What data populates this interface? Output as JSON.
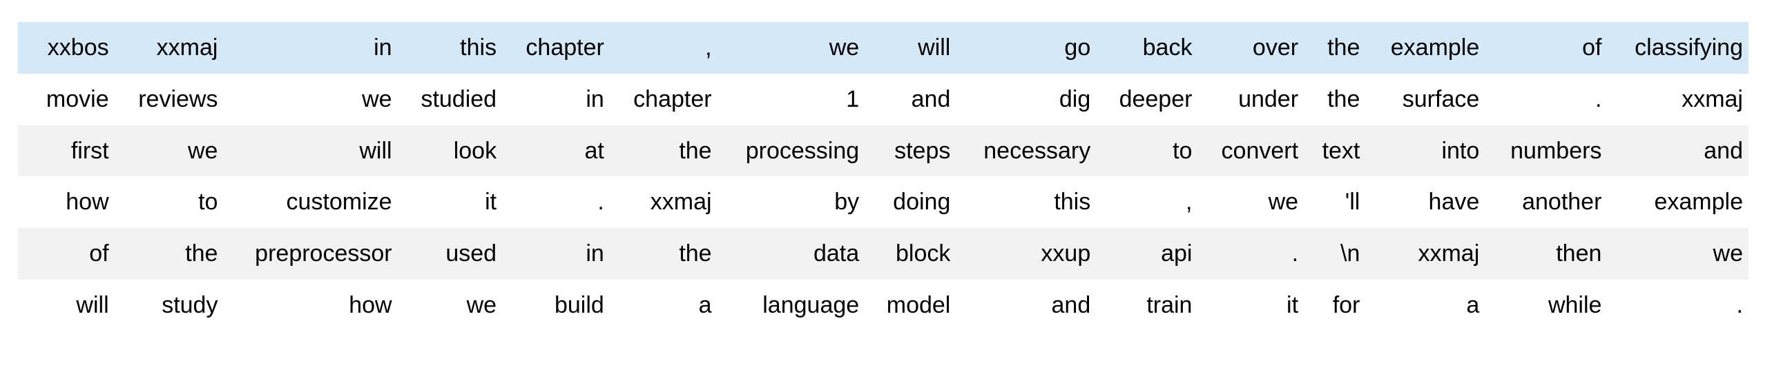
{
  "colors": {
    "header_row_bg": "#d4e8f7",
    "stripe_row_bg": "#f2f2f2",
    "plain_row_bg": "#ffffff",
    "text": "#000000",
    "page_bg": "#ffffff"
  },
  "table": {
    "rows": [
      {
        "highlight": "header",
        "tokens": [
          "xxbos",
          "xxmaj",
          "in",
          "this",
          "chapter",
          ",",
          "we",
          "will",
          "go",
          "back",
          "over",
          "the",
          "example",
          "of",
          "classifying"
        ]
      },
      {
        "highlight": "plain",
        "tokens": [
          "movie",
          "reviews",
          "we",
          "studied",
          "in",
          "chapter",
          "1",
          "and",
          "dig",
          "deeper",
          "under",
          "the",
          "surface",
          ".",
          "xxmaj"
        ]
      },
      {
        "highlight": "stripe",
        "tokens": [
          "first",
          "we",
          "will",
          "look",
          "at",
          "the",
          "processing",
          "steps",
          "necessary",
          "to",
          "convert",
          "text",
          "into",
          "numbers",
          "and"
        ]
      },
      {
        "highlight": "plain",
        "tokens": [
          "how",
          "to",
          "customize",
          "it",
          ".",
          "xxmaj",
          "by",
          "doing",
          "this",
          ",",
          "we",
          "'ll",
          "have",
          "another",
          "example"
        ]
      },
      {
        "highlight": "stripe",
        "tokens": [
          "of",
          "the",
          "preprocessor",
          "used",
          "in",
          "the",
          "data",
          "block",
          "xxup",
          "api",
          ".",
          "\\n",
          "xxmaj",
          "then",
          "we"
        ]
      },
      {
        "highlight": "plain",
        "tokens": [
          "will",
          "study",
          "how",
          "we",
          "build",
          "a",
          "language",
          "model",
          "and",
          "train",
          "it",
          "for",
          "a",
          "while",
          "."
        ]
      }
    ]
  }
}
